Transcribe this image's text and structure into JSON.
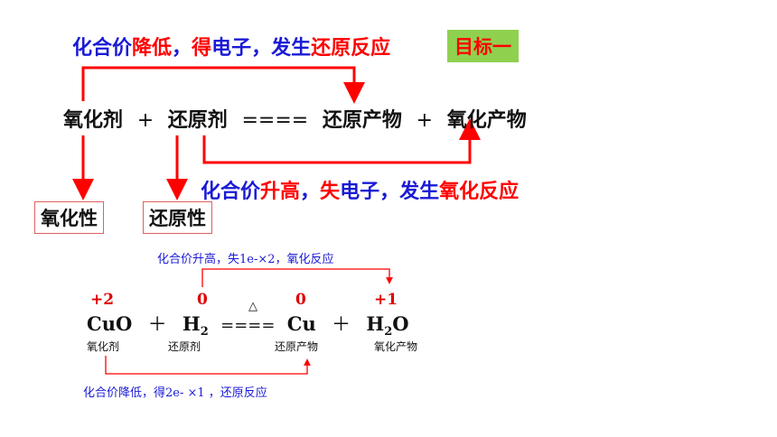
{
  "top_rule": {
    "p1": "化合价",
    "p2": "降低",
    "p3": "，",
    "p4": "得",
    "p5": "电子",
    "p6": "，发生",
    "p7": "还原反应"
  },
  "goal_tag": "目标一",
  "main_equation": {
    "oxidant": "氧化剂",
    "plus1": "+",
    "reductant": "还原剂",
    "equals": "====",
    "reduction_product": "还原产物",
    "plus2": "+",
    "oxidation_product": "氧化产物"
  },
  "bottom_rule": {
    "p1": "化合价",
    "p2": "升高",
    "p3": "，",
    "p4": "失",
    "p5": "电子",
    "p6": "，发生",
    "p7": "氧化反应"
  },
  "properties": {
    "oxidizing": "氧化性",
    "reducing": "还原性"
  },
  "example": {
    "top_note": "化合价升高，失1e-×2，氧化反应",
    "bottom_note": "化合价降低，得2e- ×1 ，还原反应",
    "ox_states": [
      "+2",
      "0",
      "0",
      "+1"
    ],
    "species": [
      "CuO",
      "＋",
      "H",
      "2",
      "====",
      "Cu",
      "＋",
      "H",
      "2",
      "O"
    ],
    "heat_symbol": "△",
    "captions": [
      "氧化剂",
      "还原剂",
      "还原产物",
      "氧化产物"
    ]
  },
  "colors": {
    "red": "#ff0000",
    "blue": "#1a1ad6",
    "green_tag": "#8fd14f",
    "box_border": "#e06060"
  }
}
